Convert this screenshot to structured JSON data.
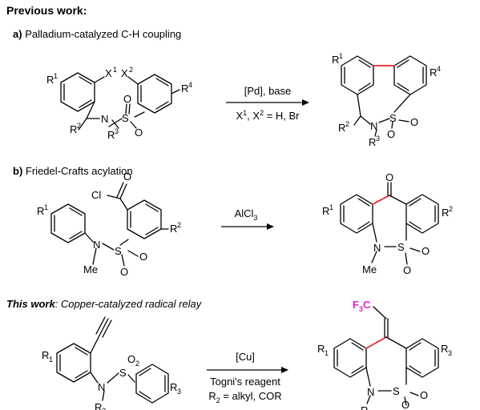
{
  "section_title": "Previous work:",
  "part_a": {
    "letter": "a)",
    "title": "Palladium-catalyzed C-H coupling"
  },
  "part_b": {
    "letter": "b)",
    "title": "Friedel-Crafts acylation"
  },
  "this_work": {
    "prefix": "This work",
    "rest": ": Copper-catalyzed radical relay"
  },
  "reaction_a": {
    "reagent": "[Pd], base",
    "condition": "X",
    "condition_1": "1",
    "condition_mid": ", X",
    "condition_2": "2",
    "condition_end": " = H, Br"
  },
  "reaction_b": {
    "reagent": "AlCl",
    "reagent_sub": "3"
  },
  "reaction_c": {
    "line1": "[Cu]",
    "line2": "Togni's reagent",
    "line3": "R",
    "line3_sub": "2",
    "line3_end": " = alkyl, COR"
  },
  "labels": {
    "R": "R",
    "X": "X",
    "N": "N",
    "S": "S",
    "O": "O",
    "Cl": "Cl",
    "Me": "Me",
    "one": "1",
    "two": "2",
    "three": "3",
    "four": "4",
    "F": "F",
    "C": "C"
  },
  "colors": {
    "new_bond": "#e8262c",
    "cf3": "#e020d0",
    "text": "#000000"
  }
}
